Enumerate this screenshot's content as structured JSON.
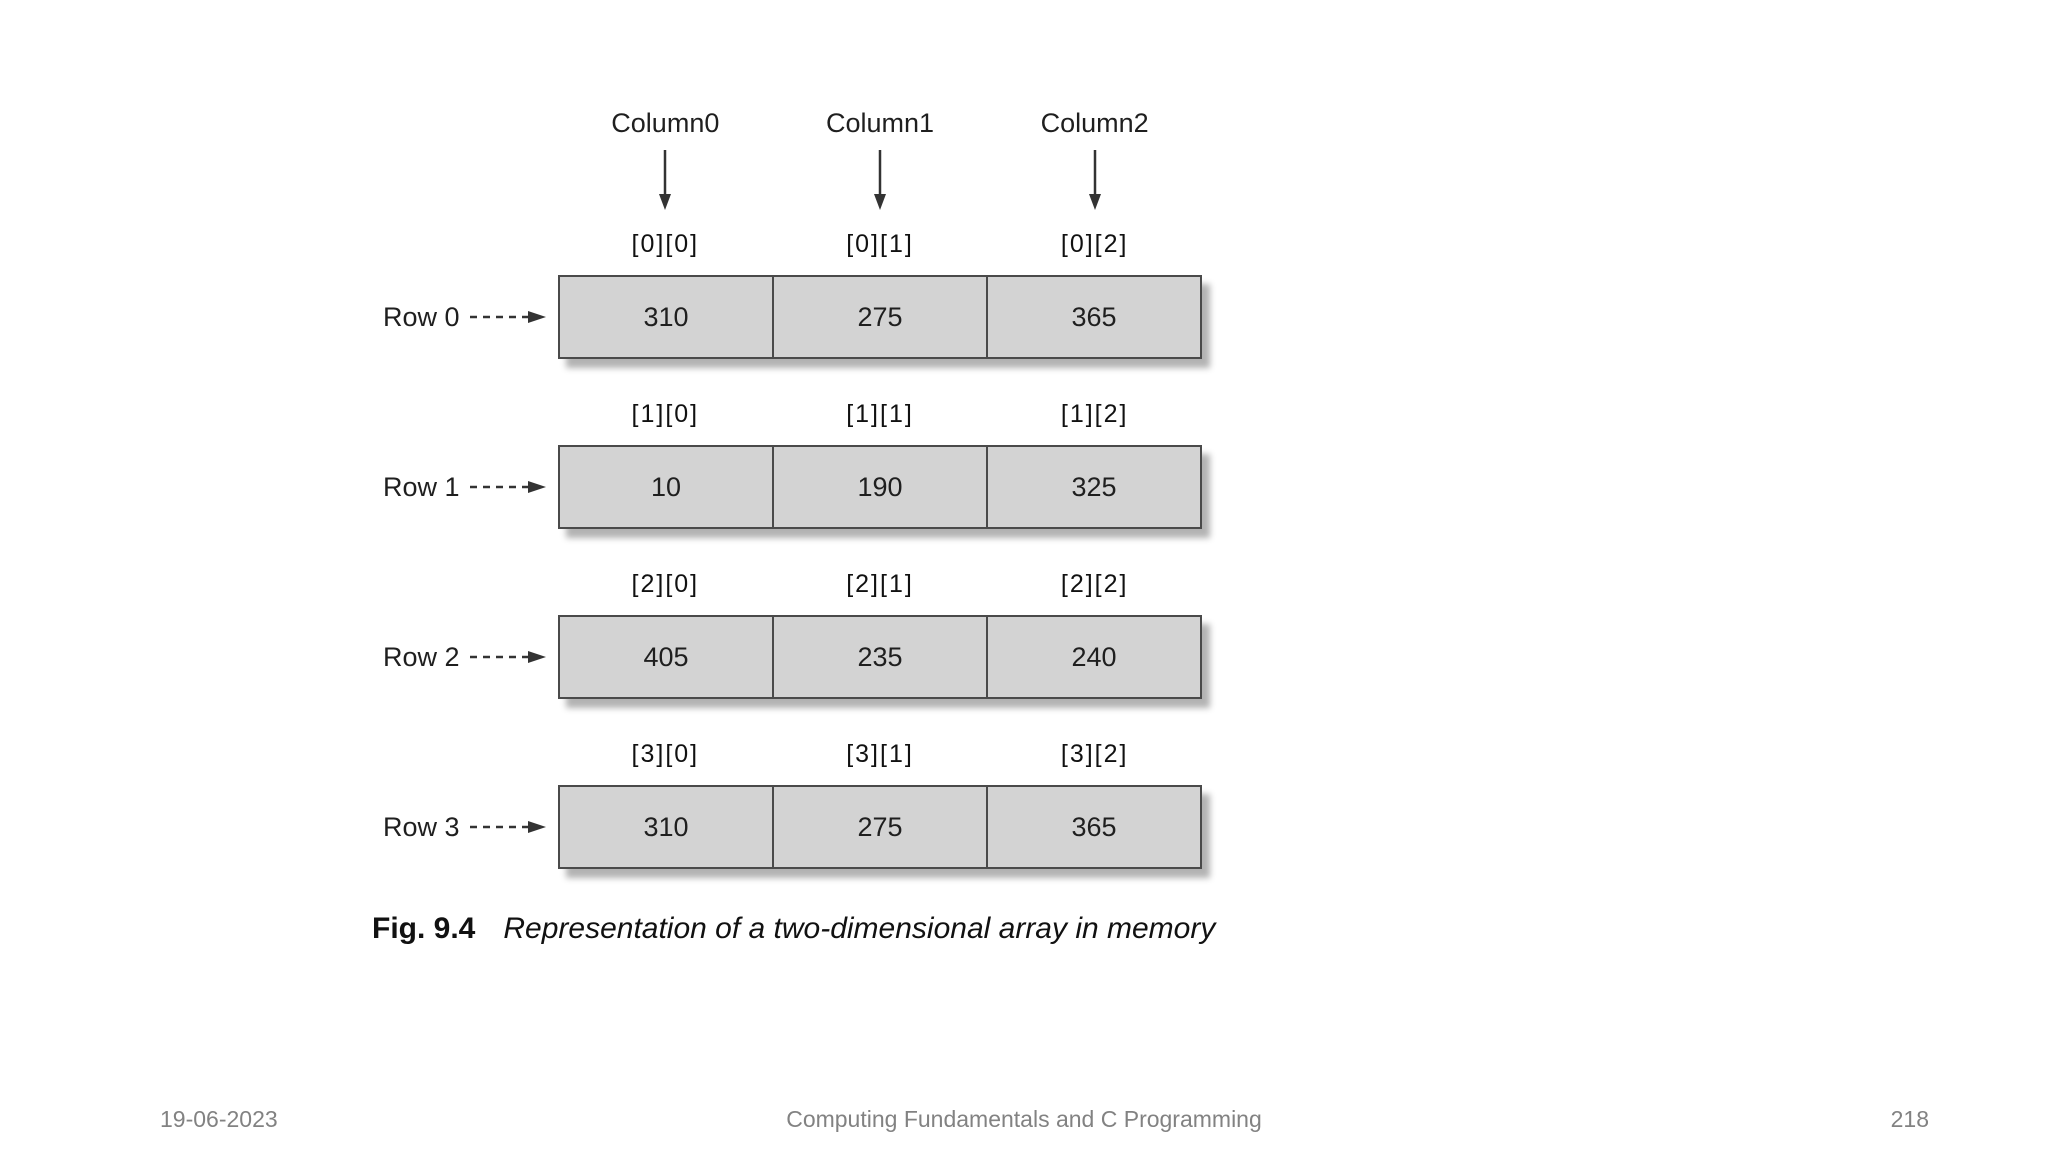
{
  "colors": {
    "cell_fill": "#d3d3d3",
    "cell_border": "#4a4a4a",
    "diagram_text": "#1f1f1f",
    "arrow_color": "#333333",
    "footer_text": "#828282",
    "shadow": "rgba(0,0,0,0.30)"
  },
  "diagram": {
    "column_headers": [
      "Column0",
      "Column1",
      "Column2"
    ],
    "rows": [
      {
        "label": "Row 0",
        "indices": [
          "[0][0]",
          "[0][1]",
          "[0][2]"
        ],
        "values": [
          "310",
          "275",
          "365"
        ]
      },
      {
        "label": "Row 1",
        "indices": [
          "[1][0]",
          "[1][1]",
          "[1][2]"
        ],
        "values": [
          "10",
          "190",
          "325"
        ]
      },
      {
        "label": "Row 2",
        "indices": [
          "[2][0]",
          "[2][1]",
          "[2][2]"
        ],
        "values": [
          "405",
          "235",
          "240"
        ]
      },
      {
        "label": "Row 3",
        "indices": [
          "[3][0]",
          "[3][1]",
          "[3][2]"
        ],
        "values": [
          "310",
          "275",
          "365"
        ]
      }
    ]
  },
  "caption": {
    "fig_label": "Fig. 9.4",
    "text": "Representation of a two-dimensional array in memory"
  },
  "footer": {
    "date": "19-06-2023",
    "title": "Computing Fundamentals and C Programming",
    "page_number": "218"
  }
}
